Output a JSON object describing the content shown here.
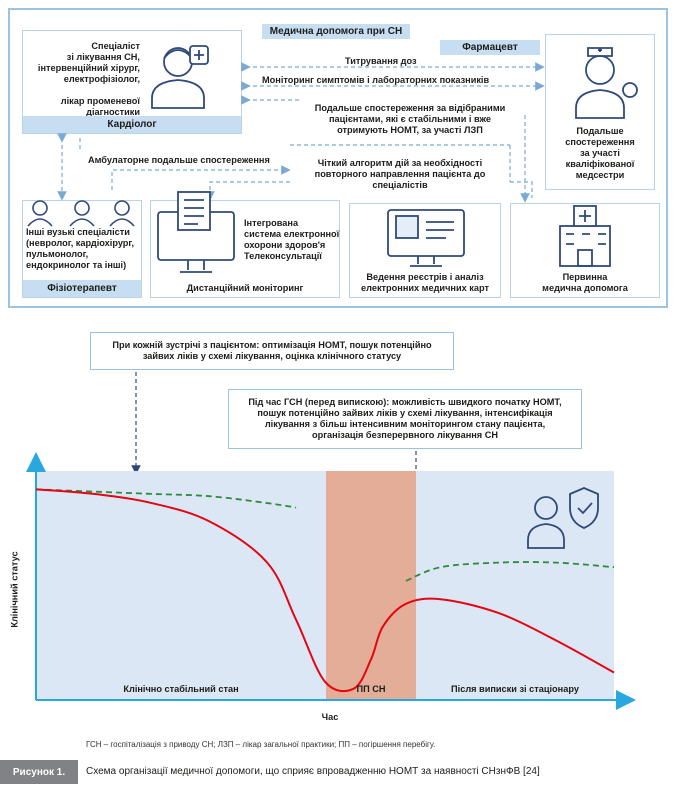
{
  "top": {
    "title": "Медична допомога при СН",
    "pharmacist": "Фармацевт",
    "cardio_spec": [
      "Спеціаліст",
      "зі лікування СН,",
      "інтервенційний хірург,",
      "електрофізіолог,",
      "",
      "лікар променевої",
      "діагностики"
    ],
    "cardiologist": "Кардіолог",
    "titration": "Титрування доз",
    "monitoring": "Моніторинг симптомів і лабораторних показників",
    "followup_selected": [
      "Подальше спостереження за відібраними",
      "пацієнтами, які є стабільними і вже",
      "отримують НОМТ, за участі ЛЗП"
    ],
    "ambulatory": "Амбулаторне подальше спостереження",
    "algorithm": [
      "Чіткий алгоритм дій за необхідності",
      "повторного направлення пацієнта до",
      "спеціалістів"
    ],
    "nurse": [
      "Подальше",
      "спостереження",
      "за участі",
      "кваліфікованої",
      "медсестри"
    ],
    "specialists": [
      "Інші вузькі спеціалісти",
      "(невролог, кардіохірург,",
      "пульмонолог,",
      "ендокринолог та інші)"
    ],
    "physio": "Фізіотерапевт",
    "ehr": [
      "Інтегрована",
      "система електронної",
      "охорони здоров'я",
      "Телеконсультації"
    ],
    "remote": "Дистанційний моніторинг",
    "registries": [
      "Ведення реєстрів і аналіз",
      "електронних медичних карт"
    ],
    "primary": [
      "Первинна",
      "медична допомога"
    ]
  },
  "notes": {
    "each_visit": [
      "При кожній зустрічі з пацієнтом: оптимізація НОМТ, пошук потенційно",
      "зайвих ліків у схемі лікування, оцінка клінічного статусу"
    ],
    "during_hf": [
      "Під час ГСН (перед випискою): можливість швидкого початку НОМТ,",
      "пошук потенційно зайвих ліків у схемі лікування, інтенсифікація",
      "лікування з більш інтенсивним моніторингом стану пацієнта,",
      "організація безперервного лікування СН"
    ]
  },
  "chart_data": {
    "type": "line",
    "ylabel": "Клінічний статус",
    "xlabel": "Час",
    "regions": [
      "Клінічно стабільний стан",
      "ПП СН",
      "Після виписки зі стаціонару"
    ],
    "series": [
      {
        "style": "solid",
        "color": "#e30613",
        "x": [
          0,
          10,
          20,
          30,
          40,
          45,
          50,
          55,
          58,
          60,
          64,
          70,
          80,
          90,
          100
        ],
        "y": [
          92,
          90,
          86,
          78,
          60,
          35,
          8,
          5,
          18,
          32,
          42,
          44,
          38,
          26,
          12
        ]
      },
      {
        "style": "dashed",
        "color": "#2e8b3e",
        "x": [
          0,
          10,
          20,
          30,
          40,
          45,
          64,
          70,
          80,
          90,
          100
        ],
        "y": [
          92,
          91,
          90,
          89,
          86,
          84,
          52,
          58,
          60,
          60,
          58
        ]
      }
    ]
  },
  "footnote": "ГСН – госпіталізація з приводу СН; ЛЗП – лікар загальної практики; ПП – погіршення перебігу.",
  "caption": {
    "label": "Рисунок 1.",
    "text": "Схема організації медичної допомоги, що сприяє впровадженню НОМТ за наявності СНзнФВ [24]"
  },
  "colors": {
    "accent": "#9cc3e0",
    "header": "#c7ddf1",
    "chart_bg": "#dbe7f5",
    "band": "#e3ad97",
    "red": "#e30613",
    "green": "#2e8b3e"
  }
}
